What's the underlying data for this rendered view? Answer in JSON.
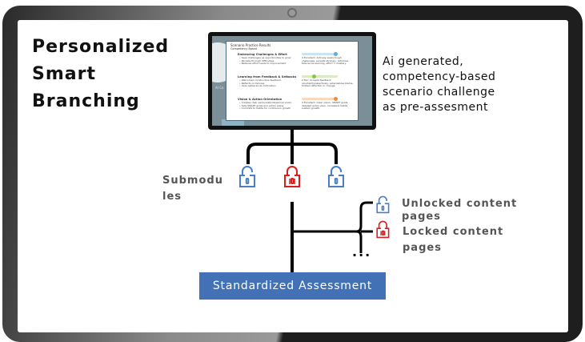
{
  "title_lines": [
    "Personalized",
    "Smart",
    "Branching"
  ],
  "caption_lines": [
    "Ai generated,",
    "competency-based",
    "scenario challenge",
    "as pre-assesment"
  ],
  "embedded_screen": {
    "side_label": "AI Co",
    "dialog_title": "Scenario Practice Results",
    "dialog_subtitle": "Competency Based",
    "sections": [
      {
        "heading": "Embracing Challenges & Effort",
        "bullets": [
          "Sees challenges as opportunities to grow",
          "Persists through difficulties",
          "Believes effort leads to improvement"
        ],
        "desc": "4 Excellent: Actively seeks tough challenges, persists strongly, reframes failures as learning, effort = mastery.",
        "color": "#5aaee0",
        "level": 1.0
      },
      {
        "heading": "Learning from Feedback & Setbacks",
        "bullets": [
          "Welcomes constructive feedback",
          "Reflects on failures",
          "Uses setbacks as motivation"
        ],
        "desc": "2 Fair: Accepts feedback reluctantly/selectively, externalizes blame, limited reflection or change.",
        "color": "#8bc34a",
        "level": 0.33
      },
      {
        "heading": "Vision & Action Orientation",
        "bullets": [
          "Creates clear personal/professional vision",
          "Sets SMART goals and action plans",
          "Commits to habits for continuous growth"
        ],
        "desc": "4 Excellent: Clear vision, SMART goals, detailed action plan, consistent habits sustain growth.",
        "color": "#f08a3c",
        "level": 1.0
      }
    ]
  },
  "submodules_label_lines": [
    "Submodu",
    "les"
  ],
  "legend": {
    "unlocked": [
      "Unlocked content",
      "pages"
    ],
    "locked": [
      "Locked content",
      "pages"
    ]
  },
  "ellipsis": "...",
  "assessment_button": "Standardized Assessment",
  "colors": {
    "unlocked": "#4a7ec9",
    "locked": "#d81e1e",
    "button": "#4271b5"
  }
}
